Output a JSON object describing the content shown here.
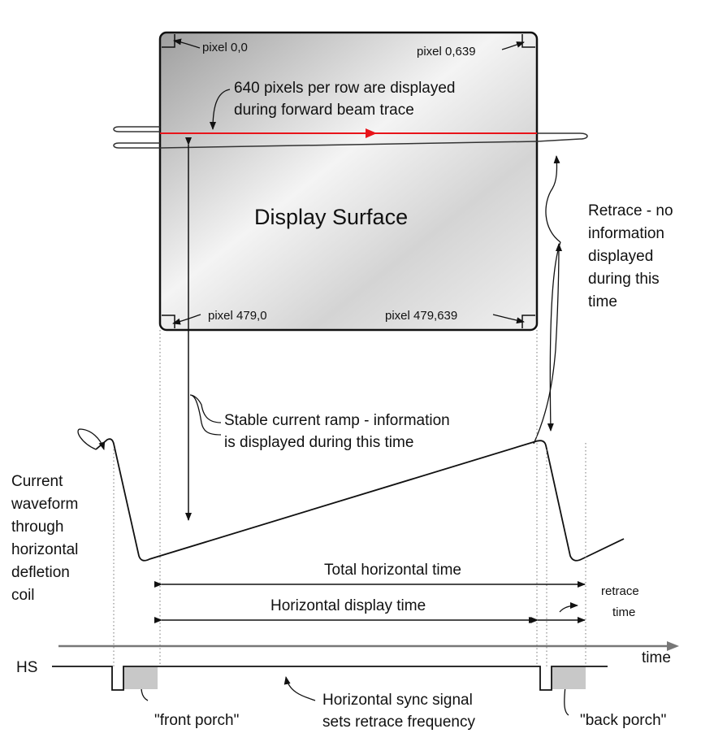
{
  "screen": {
    "title": "Display Surface",
    "row_note_line1": "640 pixels per row are displayed",
    "row_note_line2": "during forward beam trace",
    "corner_top_left": "pixel 0,0",
    "corner_top_right": "pixel 0,639",
    "corner_bottom_left": "pixel 479,0",
    "corner_bottom_right": "pixel 479,639"
  },
  "annotations": {
    "retrace_lines": [
      "Retrace - no",
      "information",
      "displayed",
      "during this",
      "time"
    ],
    "ramp_line1": "Stable current ramp - information",
    "ramp_line2": "is displayed during this time",
    "waveform_lines": [
      "Current",
      "waveform",
      "through",
      "horizontal",
      "defletion",
      "coil"
    ]
  },
  "timing": {
    "total": "Total horizontal time",
    "display": "Horizontal display time",
    "retrace_line1": "retrace",
    "retrace_line2": "time"
  },
  "sync": {
    "signal_label": "HS",
    "axis_label": "time",
    "front_porch": "\"front porch\"",
    "back_porch": "\"back porch\"",
    "note_line1": "Horizontal sync signal",
    "note_line2": "sets retrace frequency"
  },
  "colors": {
    "beam": "#e8141a",
    "porch": "#c8c8c8",
    "ink": "#111111"
  }
}
